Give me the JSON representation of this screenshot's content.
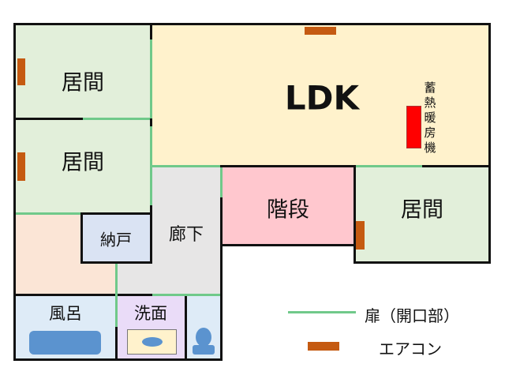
{
  "rooms": {
    "living1": "居間",
    "living2": "居間",
    "living3": "居間",
    "ldk": "LDK",
    "stairs": "階段",
    "corridor": "廊下",
    "storage": "納戸",
    "bath": "風呂",
    "washroom": "洗面"
  },
  "heater_label": [
    "蓄",
    "熱",
    "暖",
    "房",
    "機"
  ],
  "legend": {
    "door": "扉（開口部）",
    "ac": "エアコン"
  },
  "colors": {
    "tatami": "#e2efda",
    "ldk": "#fff2cc",
    "stairs": "#ffc7ce",
    "corridor": "#e7e6e6",
    "storage": "#dae3f3",
    "peach": "#fbe5d6",
    "bath": "#deebf7",
    "wash": "#eadcf8",
    "door": "#70c98a",
    "ac": "#c55a11",
    "heater": "#ff0000"
  }
}
